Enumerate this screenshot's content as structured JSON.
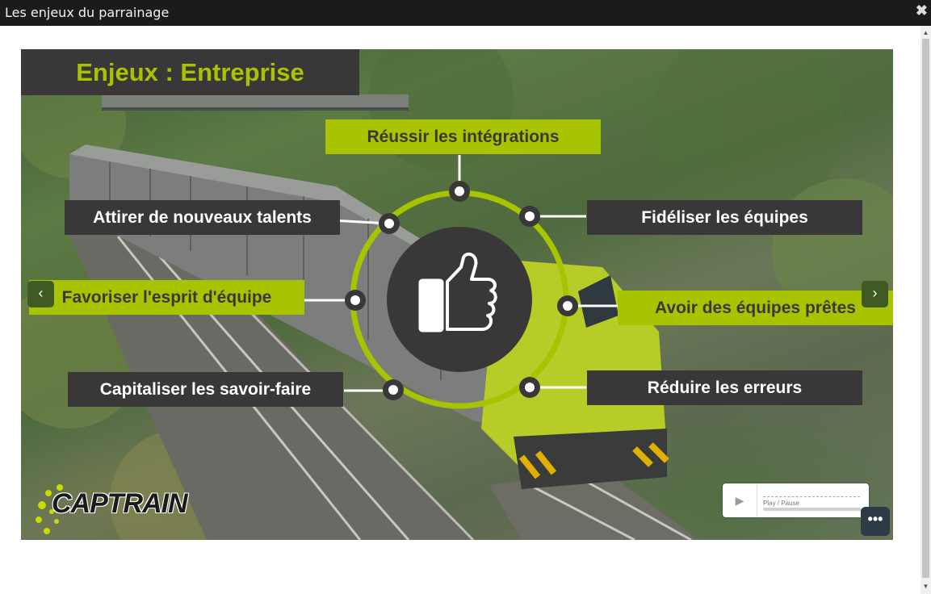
{
  "window": {
    "title": "Les enjeux du parrainage",
    "close_symbol": "✖"
  },
  "slide": {
    "title": "Enjeux : Entreprise",
    "center_icon": "thumbs-up-icon",
    "items": [
      "Réussir les intégrations",
      "Attirer de nouveaux talents",
      "Fidéliser les équipes",
      "Favoriser l'esprit d'équipe",
      "Avoir des équipes prêtes",
      "Capitaliser les savoir-faire",
      "Réduire les erreurs"
    ],
    "logo_text": "CAPTRAIN",
    "colors": {
      "accent": "#a8c400",
      "dark": "#3a3738",
      "nav": "#3f5a22"
    }
  },
  "nav": {
    "prev_symbol": "‹",
    "next_symbol": "›"
  },
  "player": {
    "play_symbol": "▶",
    "play_pause_label": "Play / Pause",
    "more_symbol": "•••"
  },
  "scrollbar": {
    "up_symbol": "▲",
    "down_symbol": "▼"
  }
}
